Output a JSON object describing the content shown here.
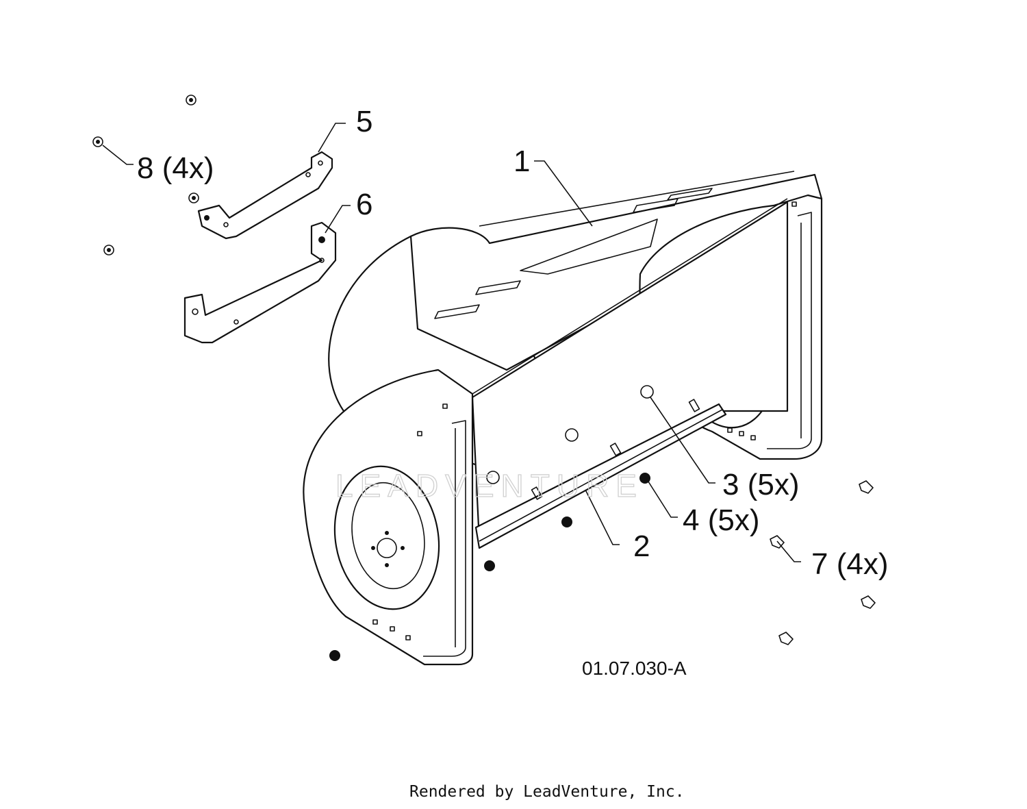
{
  "callouts": [
    {
      "id": "1",
      "label": "1"
    },
    {
      "id": "2",
      "label": "2"
    },
    {
      "id": "3",
      "label": "3 (5x)"
    },
    {
      "id": "4",
      "label": "4 (5x)"
    },
    {
      "id": "5",
      "label": "5"
    },
    {
      "id": "6",
      "label": "6"
    },
    {
      "id": "7",
      "label": "7 (4x)"
    },
    {
      "id": "8",
      "label": "8 (4x)"
    }
  ],
  "diagram_code": "01.07.030-A",
  "watermark": "LEADVENTURE",
  "footer": "Rendered by LeadVenture, Inc.",
  "colors": {
    "line": "#111111",
    "background": "#ffffff",
    "watermark": "#d0d0d0"
  }
}
